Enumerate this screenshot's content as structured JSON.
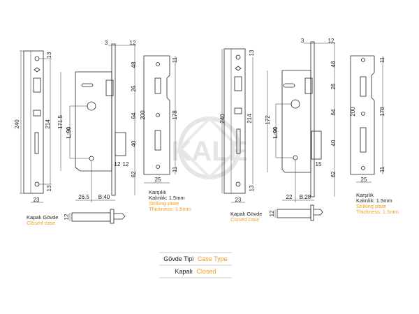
{
  "watermark": {
    "logo_text": "KALE"
  },
  "colors": {
    "accent": "#f0a020",
    "line": "#222222"
  },
  "left_lock": {
    "faceplate": {
      "length": "240",
      "hole_span": "214",
      "top_offset": "13",
      "bottom_offset": "13",
      "width": "23"
    },
    "case": {
      "plate_thickness": "3",
      "lip": "12",
      "d1": "48",
      "d2": "26",
      "d3": "64",
      "d4": "40",
      "d5": "62",
      "b1": "12",
      "b2": "12",
      "height": "171.5",
      "center": "L:90",
      "back": "26.5",
      "backset": "B:40"
    },
    "closed_case": {
      "thickness": "12",
      "label_tr": "Kapalı Gövde",
      "label_en": "Closed case"
    },
    "strike": {
      "length": "200",
      "hole_span": "178",
      "top": "11",
      "bottom": "11",
      "width": "25",
      "label_tr": "Karşılık",
      "thickness_tr": "Kalınlık: 1.5mm",
      "label_en": "Striking plate",
      "thickness_en": "Thickness: 1.5mm"
    }
  },
  "right_lock": {
    "faceplate": {
      "length": "240",
      "hole_span": "214",
      "top_offset": "13",
      "bottom_offset": "13",
      "width": "23"
    },
    "case": {
      "plate_thickness": "3",
      "lip": "12",
      "d1": "48",
      "d2": "26",
      "d3": "64",
      "d4": "40",
      "d5": "62",
      "b1": "15",
      "height": "172",
      "center": "L:90",
      "back": "22",
      "backset": "B:28"
    },
    "closed_case": {
      "thickness": "12",
      "label_tr": "Kapalı Gövde",
      "label_en": "Closed case"
    },
    "strike": {
      "length": "200",
      "hole_span": "178",
      "top": "11",
      "bottom": "11",
      "width": "25",
      "label_tr": "Karşılık",
      "thickness_tr": "Kalınlık: 1.5mm",
      "label_en": "Striking plate",
      "thickness_en": "Thickness: 1.5mm"
    }
  },
  "table": {
    "row1_tr": "Gövde Tipi",
    "row1_en": "Case Type",
    "row2_tr": "Kapalı",
    "row2_en": "Closed"
  }
}
